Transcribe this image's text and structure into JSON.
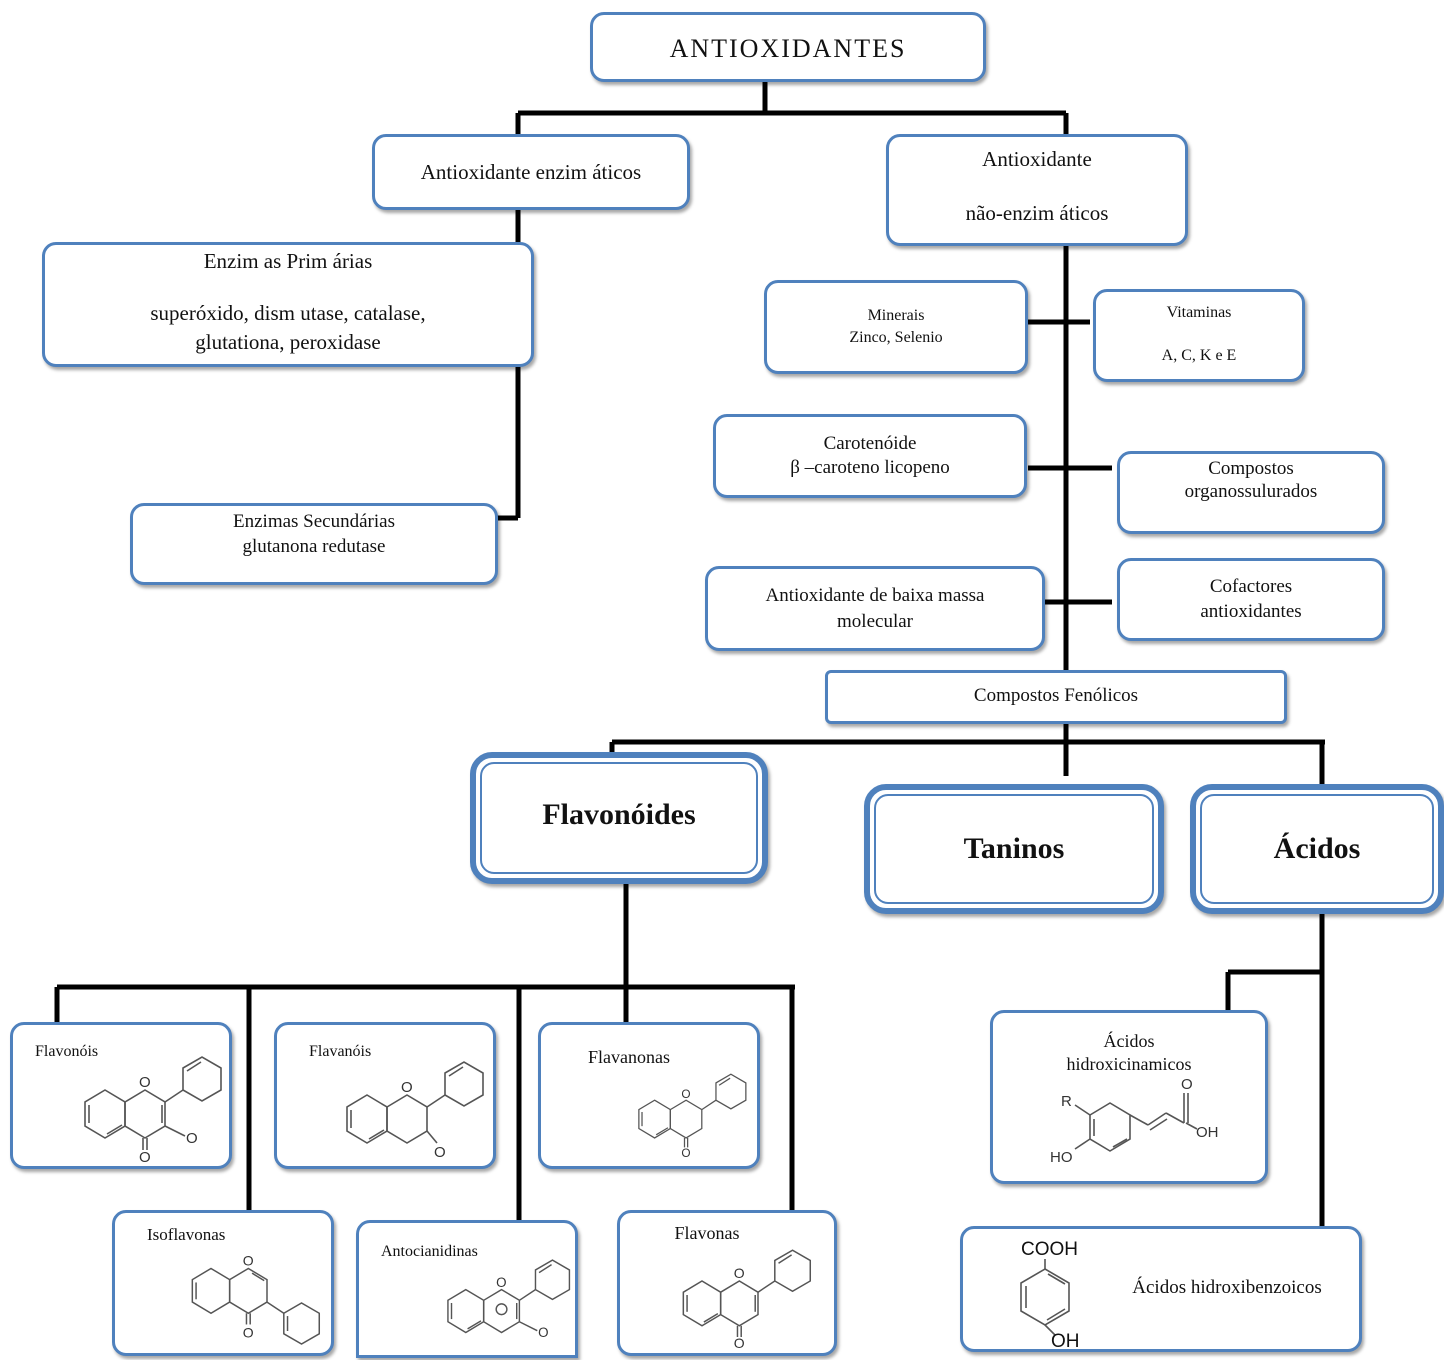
{
  "root": "ANTIOXIDANTES",
  "enzymatic": {
    "title": "Antioxidante enzim áticos",
    "primary_title": "Enzim as Prim árias",
    "primary_line1": "superóxido, dism utase,  catalase,",
    "primary_line2": "glutationa, peroxidase",
    "secondary_title": "Enzimas    Secundárias",
    "secondary_line": "glutanona redutase"
  },
  "non_enzymatic": {
    "title_line1": "Antioxidante",
    "title_line2": "não-enzim áticos",
    "minerals_title": "Minerais",
    "minerals_items": "Zinco, Selenio",
    "vitamins_title": "Vitaminas",
    "vitamins_items": "A, C, K e E",
    "carotenoid_title": "Carotenóide",
    "carotenoid_items": "β –caroteno licopeno",
    "organosulfur_line1": "Compostos",
    "organosulfur_line2": "organossulurados",
    "low_mass_line1": "Antioxidante de baixa massa",
    "low_mass_line2": "molecular",
    "cofactors_line1": "Cofactores",
    "cofactors_line2": "antioxidantes",
    "phenolic": "Compostos Fenólicos"
  },
  "phenolic_classes": {
    "flavonoids": "Flavonóides",
    "tannins": "Taninos",
    "acids": "Ácidos"
  },
  "flavonoid_subclasses": {
    "flavonols": "Flavonóis",
    "flavanols": "Flavanóis",
    "flavanones": "Flavanonas",
    "isoflavones": "Isoflavonas",
    "anthocyanidins": "Antocianidinas",
    "flavones": "Flavonas"
  },
  "acid_subclasses": {
    "hydroxycinnamic_line1": "Ácidos",
    "hydroxycinnamic_line2": "hidroxicinamicos",
    "hydroxybenzoic": "Ácidos hidroxibenzoicos"
  },
  "atom_labels": {
    "o": "O",
    "r": "R",
    "oh": "OH",
    "ho": "HO",
    "cooh": "COOH"
  },
  "colors": {
    "box_border": "#4f81bd",
    "connector": "#000000"
  }
}
